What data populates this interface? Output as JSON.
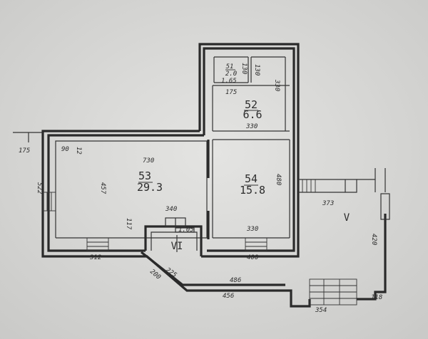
{
  "rooms": {
    "r53": {
      "number": "53",
      "area": "29.3"
    },
    "r54": {
      "number": "54",
      "area": "15.8"
    },
    "r51": {
      "number": "51",
      "area": "2.0"
    },
    "r52": {
      "number": "52",
      "area": "6.6"
    }
  },
  "dimensions": {
    "d175_left": "175",
    "d90": "90",
    "d12": "12",
    "d730": "730",
    "d457": "457",
    "d522": "522",
    "d117": "117",
    "d340": "340",
    "d105": "1.05",
    "d312": "312",
    "d400": "400",
    "d330_bottom": "330",
    "d480": "480",
    "d330_mid": "330",
    "d330_upper": "330",
    "d175_upper": "175",
    "d165": "1.65",
    "d130a": "130",
    "d130b": "130",
    "d373": "373",
    "d420": "420",
    "d225": "225",
    "d200": "200",
    "d486": "486",
    "d456": "456",
    "d118": "118",
    "d354": "354"
  },
  "markers": {
    "stair_left": "VI",
    "stair_right": "V"
  }
}
